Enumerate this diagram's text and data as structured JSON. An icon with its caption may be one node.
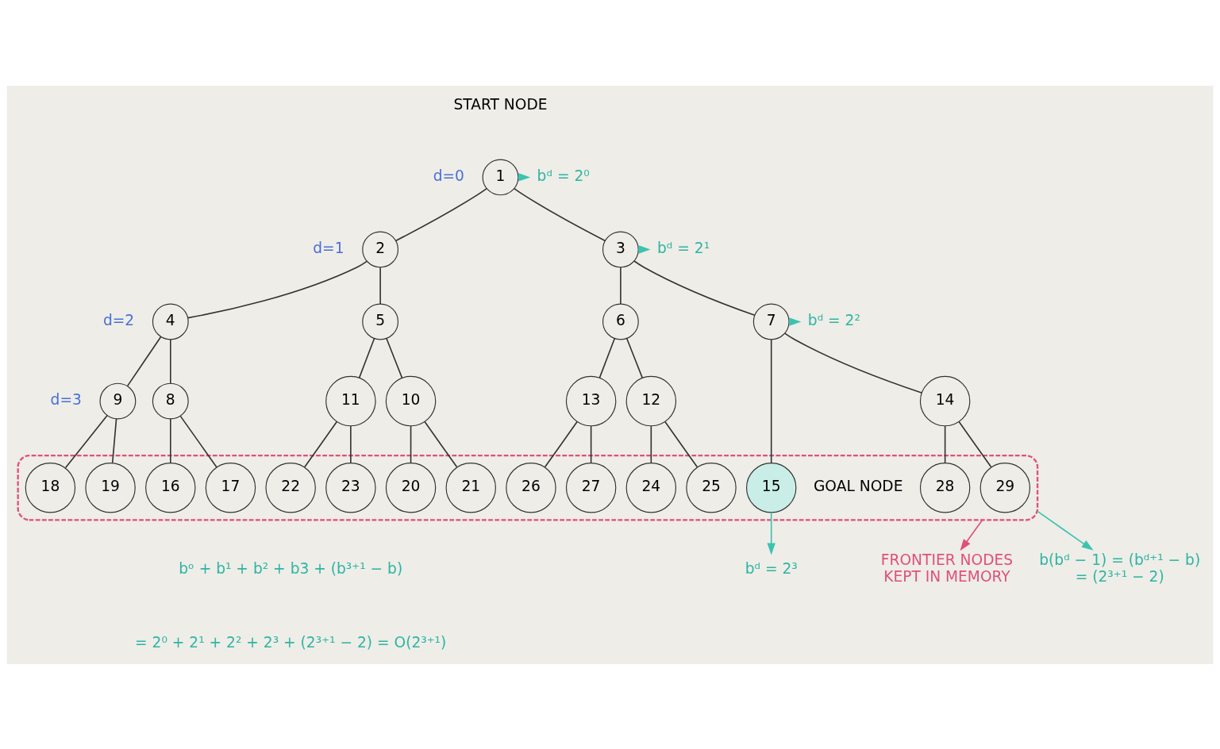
{
  "diagram": {
    "nodes": [
      {
        "text": [
          "1"
        ],
        "beside": [
          "START NODE"
        ]
      },
      {
        "text": [
          "2"
        ]
      },
      {
        "text": [
          "3"
        ]
      },
      {
        "text": [
          "4"
        ]
      },
      {
        "text": [
          "5"
        ]
      },
      {
        "text": [
          "6"
        ]
      },
      {
        "text": [
          "7"
        ]
      },
      {
        "text": [
          "8"
        ]
      },
      {
        "text": [
          "9"
        ]
      },
      {
        "text": [
          "10"
        ]
      },
      {
        "text": [
          "11"
        ]
      },
      {
        "text": [
          "12"
        ]
      },
      {
        "text": [
          "13"
        ]
      },
      {
        "text": [
          "14"
        ]
      },
      {
        "text": [],
        "shape": "cloud"
      },
      {
        "text": [
          "15"
        ],
        "in": 14,
        "beside": [
          "GOAL NODE"
        ]
      },
      {
        "text": [
          "16"
        ],
        "in": 14
      },
      {
        "text": [
          "17"
        ],
        "in": 14
      },
      {
        "text": [
          "18"
        ],
        "in": 14
      },
      {
        "text": [
          "19"
        ],
        "in": 14
      },
      {
        "text": [
          "20"
        ],
        "in": 14
      },
      {
        "text": [
          "21"
        ],
        "in": 14
      },
      {
        "text": [
          "22"
        ],
        "in": 14
      },
      {
        "text": [
          "23"
        ],
        "in": 14
      },
      {
        "text": [
          "24"
        ],
        "in": 14
      },
      {
        "text": [
          "25"
        ],
        "in": 14
      },
      {
        "text": [
          "26"
        ],
        "in": 14
      },
      {
        "text": [
          "27"
        ],
        "in": 14
      },
      {
        "text": [
          "28"
        ],
        "in": 14
      },
      {
        "text": [
          "29"
        ],
        "in": 14
      },
      {
        "text": [
          "bᵈ = 2⁰"
        ]
      },
      {
        "text": [
          "bᵈ = 2¹"
        ]
      },
      {
        "text": [
          "bᵈ = 2²"
        ]
      },
      {
        "text": [
          "FRONTIER NODES",
          "KEPT IN MEMORY"
        ]
      },
      {
        "text": [
          "bᵈ = 2³"
        ]
      },
      {
        "text": [
          "b(bᵈ − 1) = (bᵈ⁺¹ − b)",
          "= (2³⁺¹ − 2)"
        ]
      }
    ],
    "edges": [
      {
        "from": 0,
        "to": 1,
        "arrow": "none"
      },
      {
        "from": 0,
        "to": 2,
        "arrow": "none"
      },
      {
        "from": 1,
        "to": 3,
        "arrow": "none"
      },
      {
        "from": 1,
        "to": 4,
        "arrow": "none"
      },
      {
        "from": 2,
        "to": 5,
        "arrow": "none"
      },
      {
        "from": 2,
        "to": 6,
        "arrow": "none"
      },
      {
        "from": 3,
        "to": 7,
        "arrow": "none"
      },
      {
        "from": 3,
        "to": 8,
        "arrow": "none"
      },
      {
        "from": 4,
        "to": 9,
        "arrow": "none"
      },
      {
        "from": 4,
        "to": 10,
        "arrow": "none"
      },
      {
        "from": 5,
        "to": 11,
        "arrow": "none"
      },
      {
        "from": 5,
        "to": 12,
        "arrow": "none"
      },
      {
        "from": 6,
        "to": 13,
        "arrow": "none"
      },
      {
        "from": 6,
        "to": 15,
        "arrow": "none"
      },
      {
        "from": 7,
        "to": 16,
        "arrow": "none"
      },
      {
        "from": 7,
        "to": 17,
        "arrow": "none"
      },
      {
        "from": 8,
        "to": 18,
        "arrow": "none"
      },
      {
        "from": 8,
        "to": 19,
        "arrow": "none"
      },
      {
        "from": 9,
        "to": 20,
        "arrow": "none"
      },
      {
        "from": 9,
        "to": 21,
        "arrow": "none"
      },
      {
        "from": 10,
        "to": 22,
        "arrow": "none"
      },
      {
        "from": 10,
        "to": 23,
        "arrow": "none"
      },
      {
        "from": 11,
        "to": 24,
        "arrow": "none"
      },
      {
        "from": 11,
        "to": 25,
        "arrow": "none"
      },
      {
        "from": 12,
        "to": 26,
        "arrow": "none"
      },
      {
        "from": 12,
        "to": 27,
        "arrow": "none"
      },
      {
        "from": 13,
        "to": 28,
        "arrow": "none"
      },
      {
        "from": 13,
        "to": 29,
        "arrow": "none"
      },
      {
        "from": 0,
        "to": 30,
        "arrow": "to",
        "color": "#3cc3b0"
      },
      {
        "from": 2,
        "to": 31,
        "arrow": "to",
        "color": "#3cc3b0"
      },
      {
        "from": 6,
        "to": 32,
        "arrow": "to",
        "color": "#3cc3b0"
      },
      {
        "from": 14,
        "to": 33,
        "arrow": "to",
        "color": "#e0507a"
      },
      {
        "from": 15,
        "to": 34,
        "arrow": "to",
        "color": "#3cc3b0"
      },
      {
        "from": 14,
        "to": 35,
        "arrow": "to",
        "color": "#3cc3b0"
      }
    ],
    "labels": [
      "d=0",
      "d=1",
      "d=2",
      "d=3",
      "bᵒ + b¹ + b² + b3 + (b³⁺¹ − b)",
      "= 2⁰ + 2¹ + 2² + 2³ + (2³⁺¹ − 2) = O(2³⁺¹)"
    ]
  }
}
